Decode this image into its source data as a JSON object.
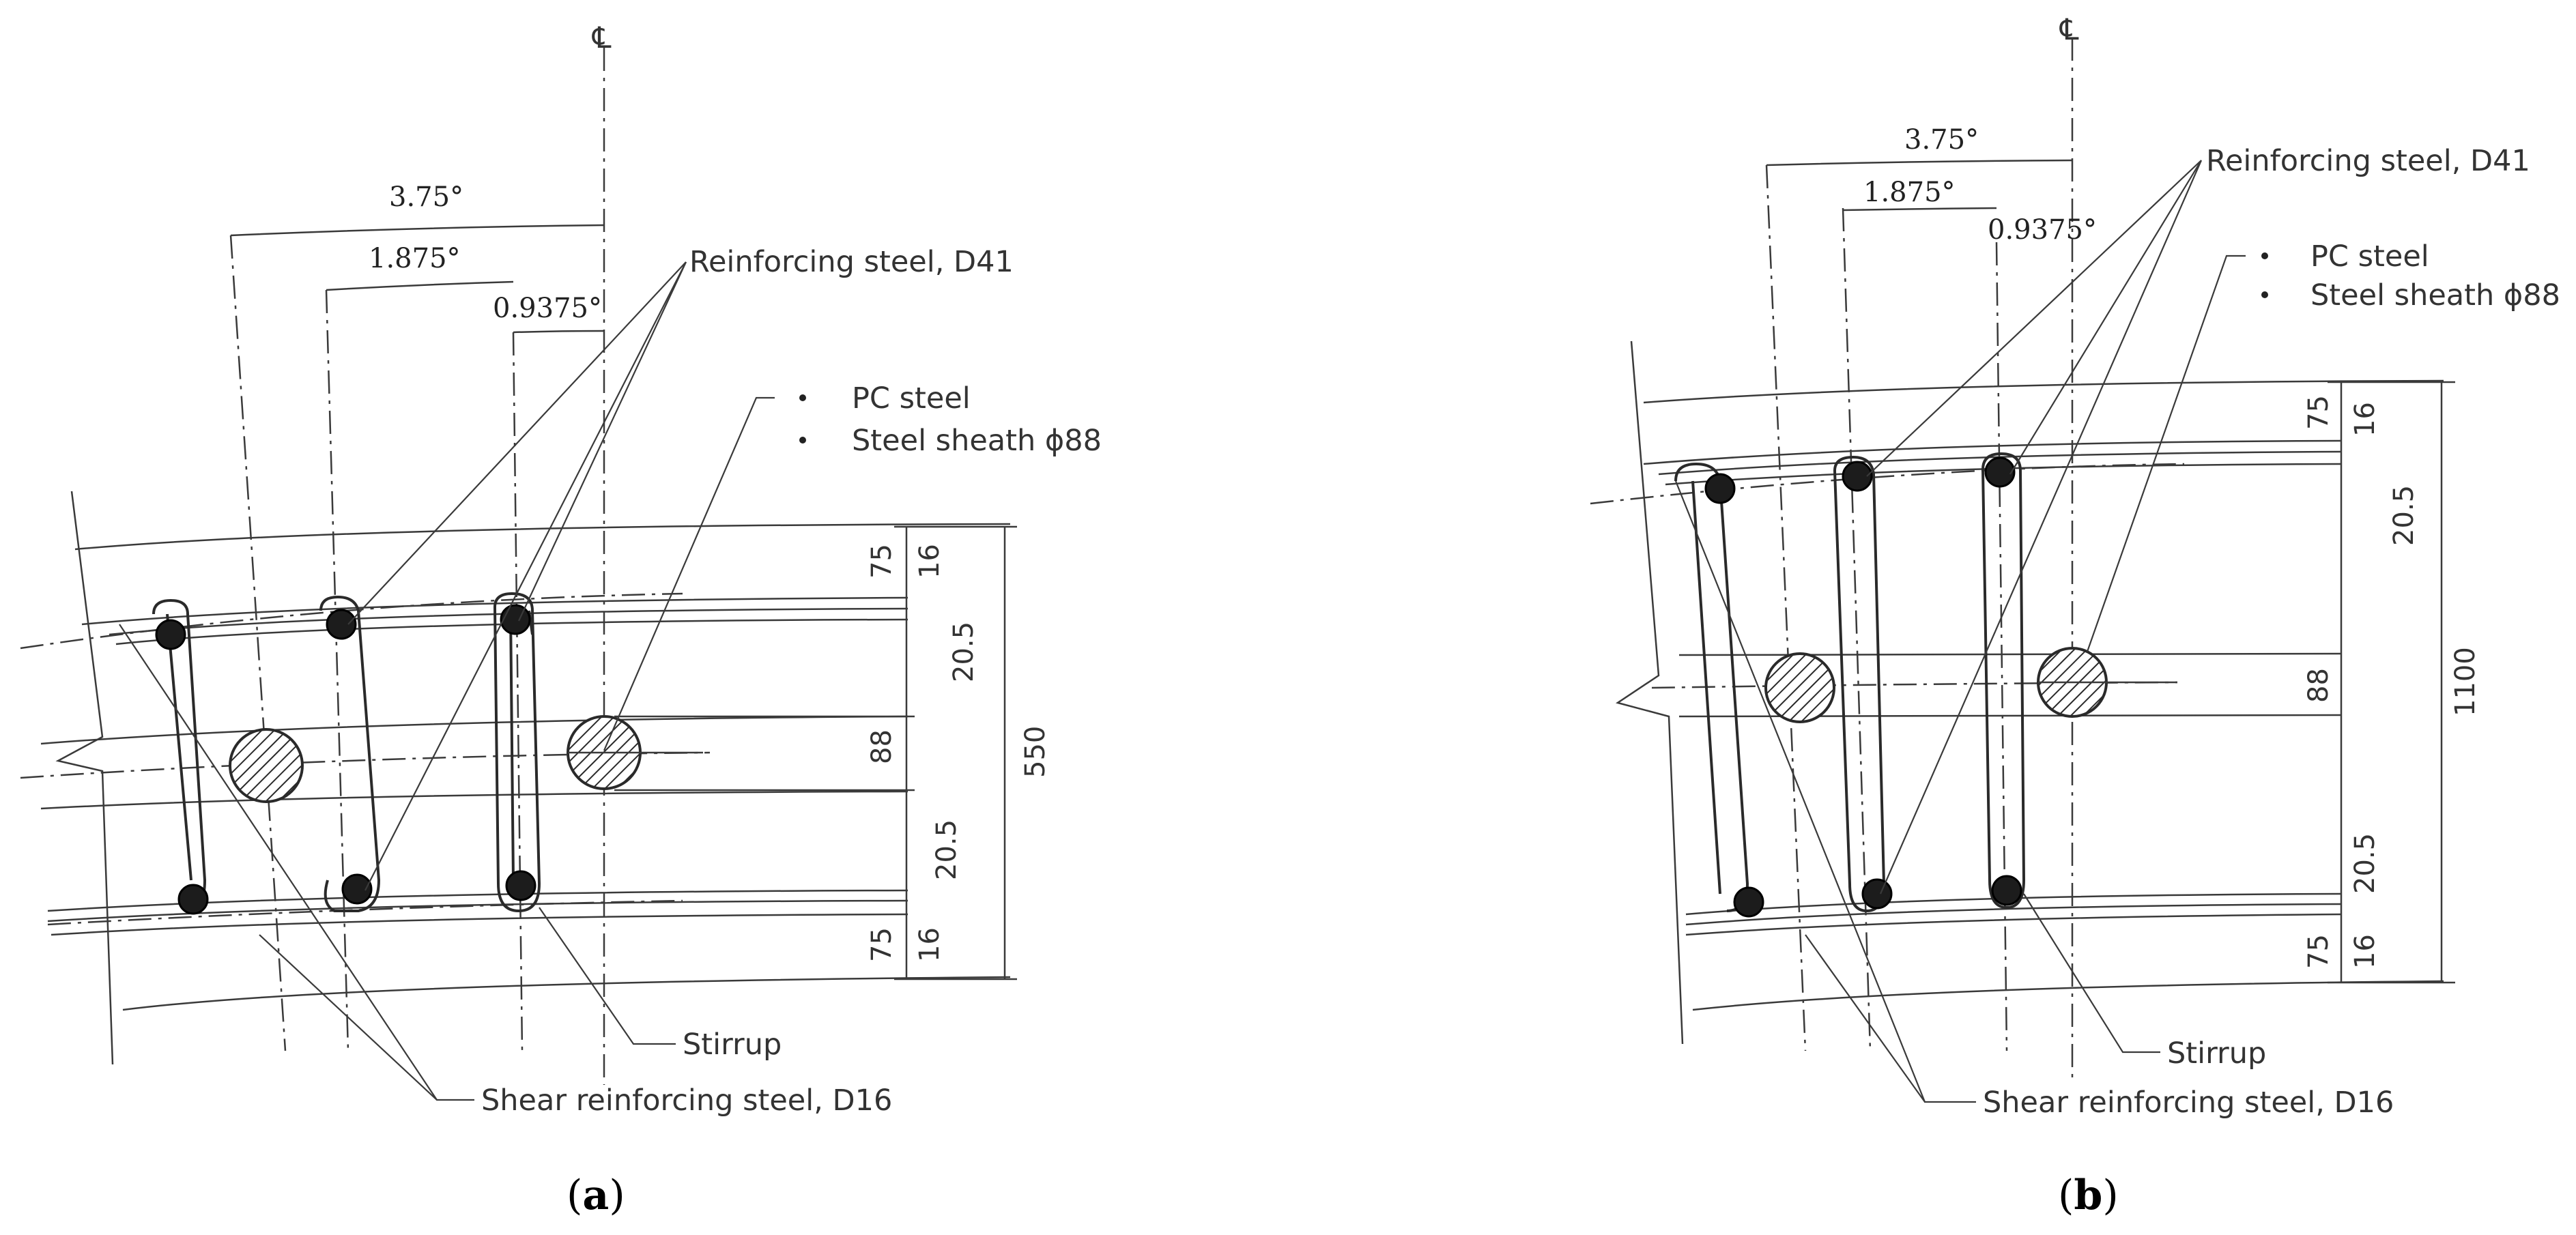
{
  "centerline_symbol": "℄",
  "labels": {
    "angle_outer": "3.75°",
    "angle_mid": "1.875°",
    "angle_inner": "0.9375°",
    "reinforcing": "Reinforcing steel, D41",
    "pc_steel": "PC steel",
    "sheath": "Steel sheath ϕ88",
    "stirrup": "Stirrup",
    "shear": "Shear reinforcing steel, D16"
  },
  "panel_a": {
    "caption_open": "(",
    "caption_letter": "a",
    "caption_close": ")",
    "dims": {
      "top_cover": "75",
      "top_bar": "16",
      "top_gap": "20.5",
      "sheath": "88",
      "bot_gap": "20.5",
      "bot_bar": "16",
      "bot_cover": "75",
      "total": "550"
    }
  },
  "panel_b": {
    "caption_open": "(",
    "caption_letter": "b",
    "caption_close": ")",
    "dims": {
      "top_cover": "75",
      "top_bar": "16",
      "top_gap": "20.5",
      "sheath": "88",
      "bot_gap": "20.5",
      "bot_bar": "16",
      "bot_cover": "75",
      "total": "1100"
    }
  }
}
